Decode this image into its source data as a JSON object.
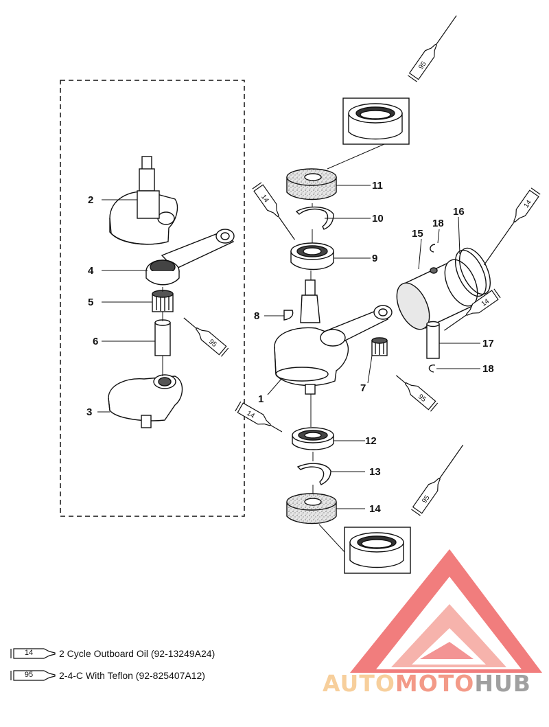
{
  "callouts": [
    {
      "id": "1",
      "label": "1"
    },
    {
      "id": "2",
      "label": "2"
    },
    {
      "id": "3",
      "label": "3"
    },
    {
      "id": "4",
      "label": "4"
    },
    {
      "id": "5",
      "label": "5"
    },
    {
      "id": "6",
      "label": "6"
    },
    {
      "id": "7",
      "label": "7"
    },
    {
      "id": "8",
      "label": "8"
    },
    {
      "id": "9",
      "label": "9"
    },
    {
      "id": "10",
      "label": "10"
    },
    {
      "id": "11",
      "label": "11"
    },
    {
      "id": "12",
      "label": "12"
    },
    {
      "id": "13",
      "label": "13"
    },
    {
      "id": "14",
      "label": "14"
    },
    {
      "id": "15",
      "label": "15"
    },
    {
      "id": "16",
      "label": "16"
    },
    {
      "id": "17",
      "label": "17"
    },
    {
      "id": "18a",
      "label": "18"
    },
    {
      "id": "18b",
      "label": "18"
    }
  ],
  "lube_codes": {
    "oil": "14",
    "teflon": "95"
  },
  "legend": [
    {
      "code": "14",
      "text": "2 Cycle Outboard Oil (92-13249A24)"
    },
    {
      "code": "95",
      "text": "2-4-C  With Teflon (92-825407A12)"
    }
  ],
  "watermark": {
    "part1": "AUTO",
    "part2": "MOTO",
    "part3": "HUB"
  },
  "colors": {
    "line": "#111111",
    "logo_red": "#ee6666",
    "logo_light": "#f6b3ac",
    "logo_orange": "#f7cf9c",
    "logo_gray": "#a0a0a0"
  }
}
